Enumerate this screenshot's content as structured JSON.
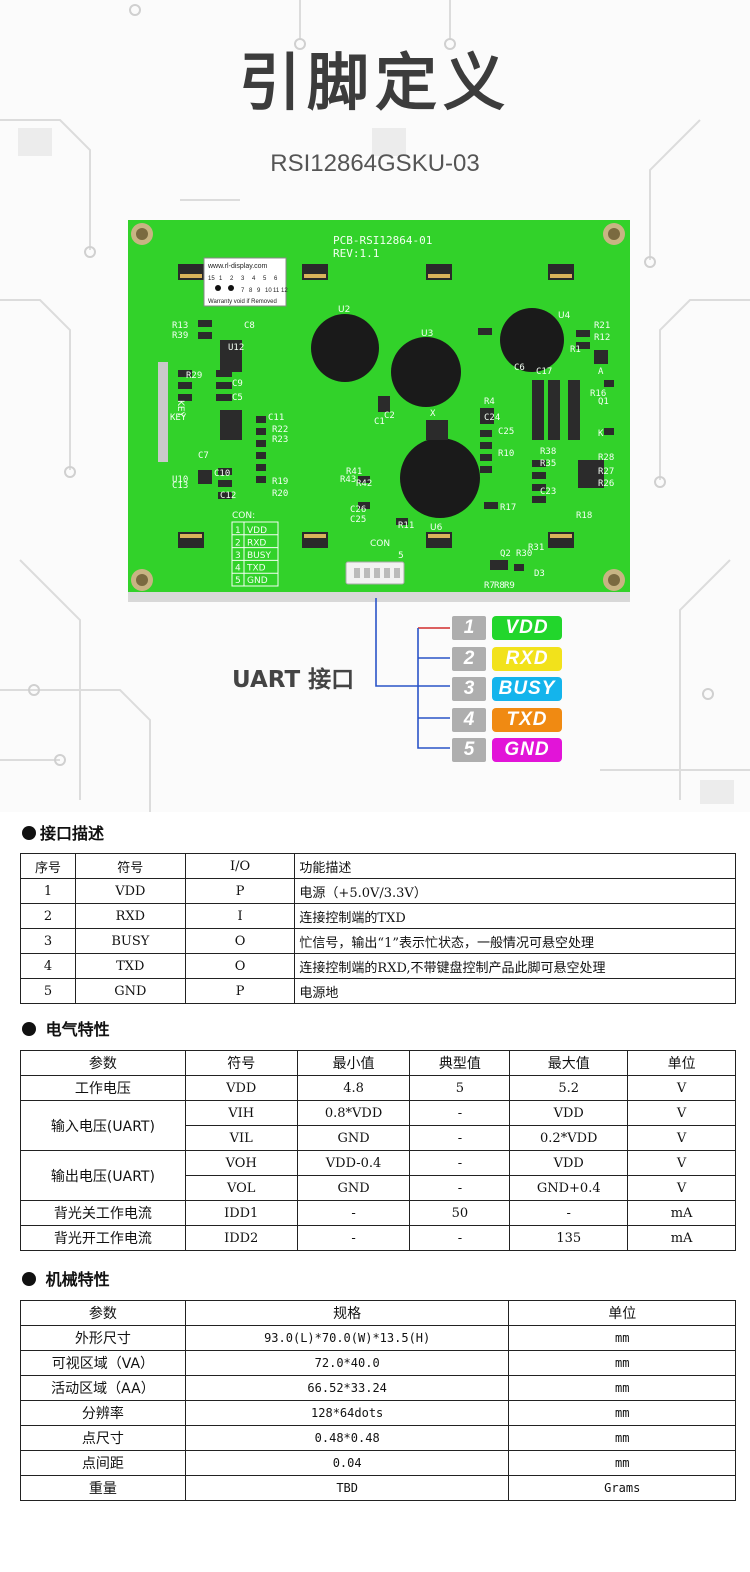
{
  "title": "引脚定义",
  "model": "RSI12864GSKU-03",
  "pcb": {
    "header_line1": "PCB-RSI12864-01",
    "header_line2": "REV:1.1",
    "sticker_url": "www.rl-display.com",
    "sticker_row1": [
      "15",
      "1",
      "2",
      "3",
      "4",
      "5",
      "6"
    ],
    "sticker_row2": [
      "7",
      "8",
      "9",
      "10",
      "11",
      "12"
    ],
    "sticker_warning": "Warranty void if Removed",
    "con_title": "CON:",
    "con_rows": [
      {
        "n": "1",
        "s": "VDD"
      },
      {
        "n": "2",
        "s": "RXD"
      },
      {
        "n": "3",
        "s": "BUSY"
      },
      {
        "n": "4",
        "s": "TXD"
      },
      {
        "n": "5",
        "s": "GND"
      }
    ],
    "connector_label": "CON",
    "connector_pin": "5",
    "ic_labels": [
      "U2",
      "U3",
      "U4",
      "U6"
    ],
    "part_labels": [
      "R13",
      "R39",
      "C8",
      "U12",
      "R29",
      "C9",
      "C5",
      "R43",
      "R41",
      "R42",
      "C26",
      "C25",
      "R11",
      "C7",
      "C12",
      "C13",
      "U10",
      "C10",
      "C11",
      "R22",
      "R23",
      "R19",
      "R20",
      "R21",
      "R12",
      "R1",
      "Q1",
      "R4",
      "C24",
      "C25",
      "R10",
      "R38",
      "R35",
      "C23",
      "R17",
      "R18",
      "R28",
      "R27",
      "R26",
      "C6",
      "C17",
      "R16",
      "K",
      "A",
      "Q2",
      "R7",
      "R8",
      "R9",
      "D3",
      "R30",
      "R31",
      "C1",
      "C2",
      "X",
      "KEY"
    ]
  },
  "uart_label": "UART 接口",
  "pins": [
    {
      "num": "1",
      "name": "VDD",
      "color": "#22d62c"
    },
    {
      "num": "2",
      "name": "RXD",
      "color": "#f2e21b"
    },
    {
      "num": "3",
      "name": "BUSY",
      "color": "#14b4ec"
    },
    {
      "num": "4",
      "name": "TXD",
      "color": "#f08a12"
    },
    {
      "num": "5",
      "name": "GND",
      "color": "#e214d8"
    }
  ],
  "interface": {
    "title": "接口描述",
    "headers": [
      "序号",
      "符号",
      "I/O",
      "功能描述"
    ],
    "rows": [
      [
        "1",
        "VDD",
        "P",
        "电源（+5.0V/3.3V）"
      ],
      [
        "2",
        "RXD",
        "I",
        "连接控制端的TXD"
      ],
      [
        "3",
        "BUSY",
        "O",
        "忙信号，输出“1”表示忙状态，一般情况可悬空处理"
      ],
      [
        "4",
        "TXD",
        "O",
        "连接控制端的RXD,不带键盘控制产品此脚可悬空处理"
      ],
      [
        "5",
        "GND",
        "P",
        "电源地"
      ]
    ]
  },
  "electrical": {
    "title": "电气特性",
    "headers": [
      "参数",
      "符号",
      "最小值",
      "典型值",
      "最大值",
      "单位"
    ],
    "rows": [
      {
        "param": "工作电压",
        "sym": "VDD",
        "min": "4.8",
        "typ": "5",
        "max": "5.2",
        "unit": "V"
      },
      {
        "param": "输入电压(UART)",
        "sym": "VIH",
        "min": "0.8*VDD",
        "typ": "-",
        "max": "VDD",
        "unit": "V"
      },
      {
        "param": "",
        "sym": "VIL",
        "min": "GND",
        "typ": "-",
        "max": "0.2*VDD",
        "unit": "V"
      },
      {
        "param": "输出电压(UART)",
        "sym": "VOH",
        "min": "VDD-0.4",
        "typ": "-",
        "max": "VDD",
        "unit": "V"
      },
      {
        "param": "",
        "sym": "VOL",
        "min": "GND",
        "typ": "-",
        "max": "GND+0.4",
        "unit": "V"
      },
      {
        "param": "背光关工作电流",
        "sym": "IDD1",
        "min": "-",
        "typ": "50",
        "max": "-",
        "unit": "mA"
      },
      {
        "param": "背光开工作电流",
        "sym": "IDD2",
        "min": "-",
        "typ": "-",
        "max": "135",
        "unit": "mA"
      }
    ]
  },
  "mechanical": {
    "title": "机械特性",
    "headers": [
      "参数",
      "规格",
      "单位"
    ],
    "rows": [
      [
        "外形尺寸",
        "93.0(L)*70.0(W)*13.5(H)",
        "mm"
      ],
      [
        "可视区域（VA）",
        "72.0*40.0",
        "mm"
      ],
      [
        "活动区域（AA）",
        "66.52*33.24",
        "mm"
      ],
      [
        "分辨率",
        "128*64dots",
        "mm"
      ],
      [
        "点尺寸",
        "0.48*0.48",
        "mm"
      ],
      [
        "点间距",
        "0.04",
        "mm"
      ],
      [
        "重量",
        "TBD",
        "Grams"
      ]
    ]
  }
}
